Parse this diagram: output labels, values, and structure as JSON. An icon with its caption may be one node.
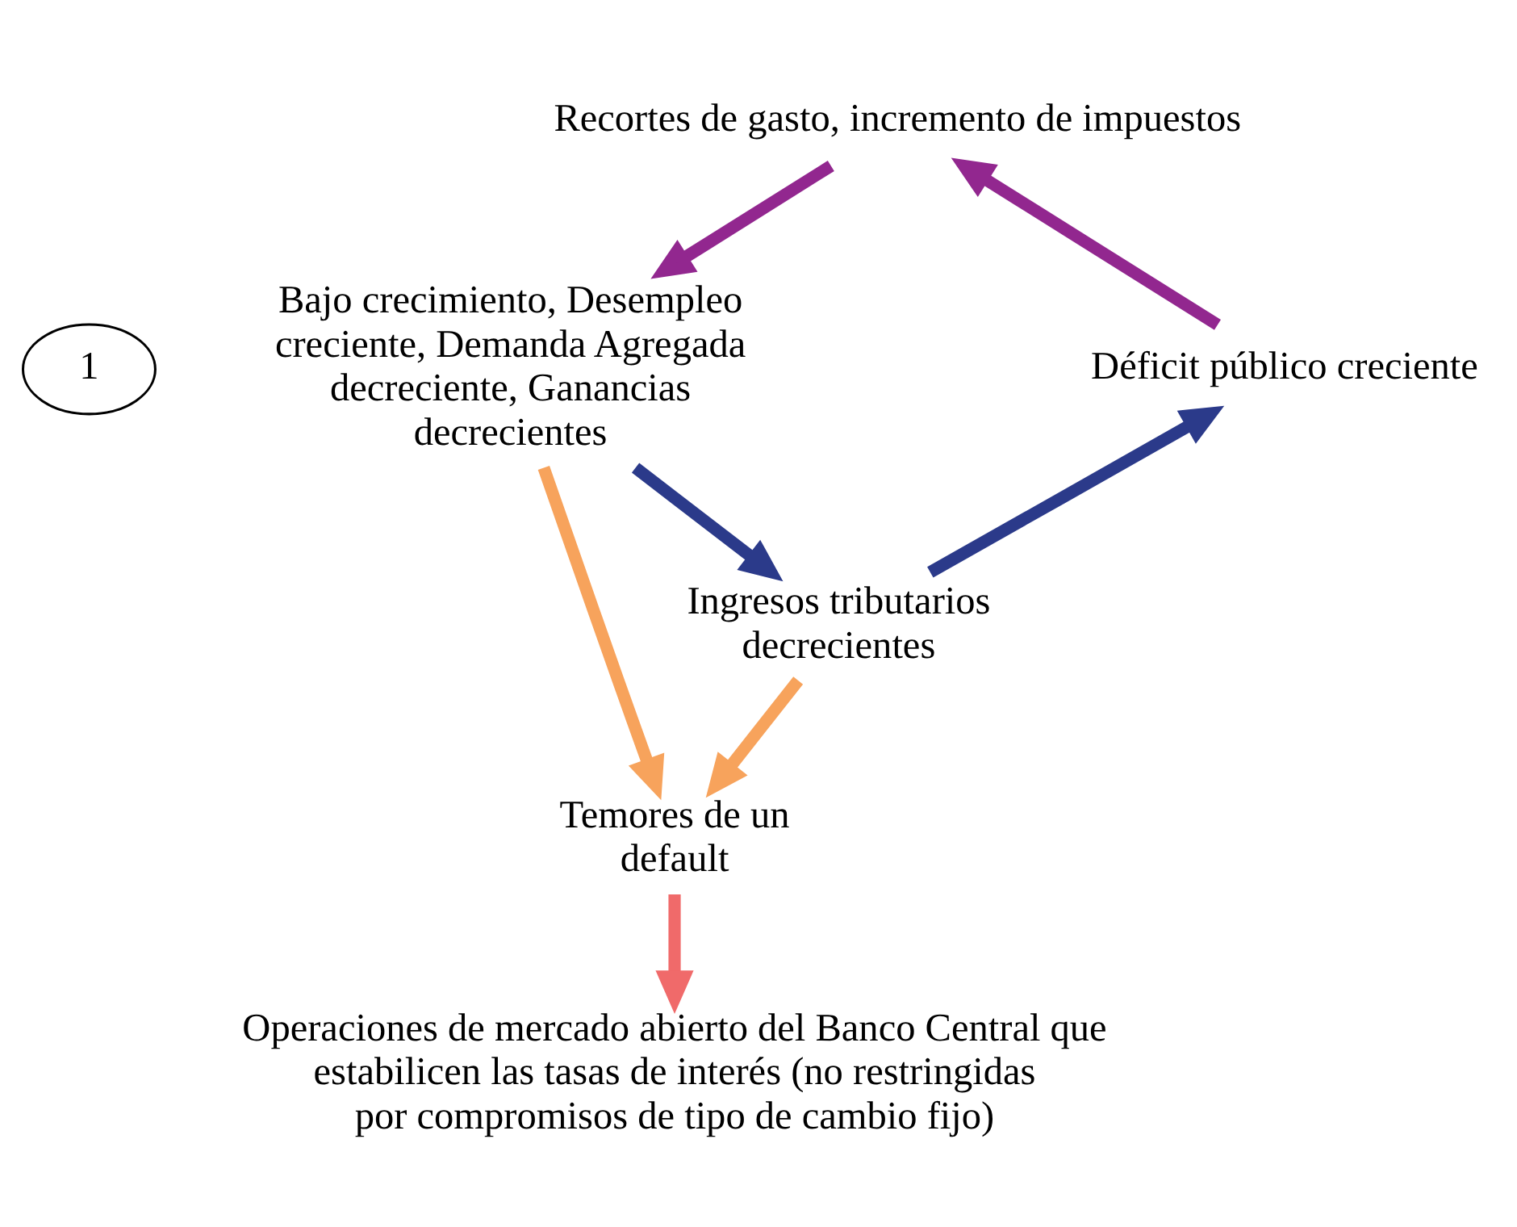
{
  "diagram": {
    "nodes": [
      {
        "text": [
          "Recortes de gasto, incremento de impuestos"
        ]
      },
      {
        "text": [
          "1"
        ]
      },
      {
        "text": [
          "Bajo crecimiento, Desempleo creciente, Demanda Agregada decreciente, Ganancias decrecientes"
        ]
      },
      {
        "text": [
          "Déficit público creciente"
        ]
      },
      {
        "text": [
          "Ingresos tributarios decrecientes"
        ]
      },
      {
        "text": [
          "Temores de un default"
        ]
      },
      {
        "text": [
          "Operaciones de mercado abierto del Banco Central que estabilicen las tasas de interés (no restringidas por compromisos de tipo de cambio fijo)"
        ]
      }
    ],
    "edges": [
      {
        "from": 0,
        "to": 2,
        "arrow": "to",
        "color": "#92278f"
      },
      {
        "from": 2,
        "to": 4,
        "arrow": "to",
        "color": "#2b3a8a"
      },
      {
        "from": 4,
        "to": 3,
        "arrow": "to",
        "color": "#2b3a8a"
      },
      {
        "from": 3,
        "to": 0,
        "arrow": "to",
        "color": "#92278f"
      },
      {
        "from": 2,
        "to": 5,
        "arrow": "to",
        "color": "#f7a35c"
      },
      {
        "from": 4,
        "to": 5,
        "arrow": "to",
        "color": "#f7a35c"
      },
      {
        "from": 5,
        "to": 6,
        "arrow": "to",
        "color": "#f06a6a"
      }
    ]
  }
}
